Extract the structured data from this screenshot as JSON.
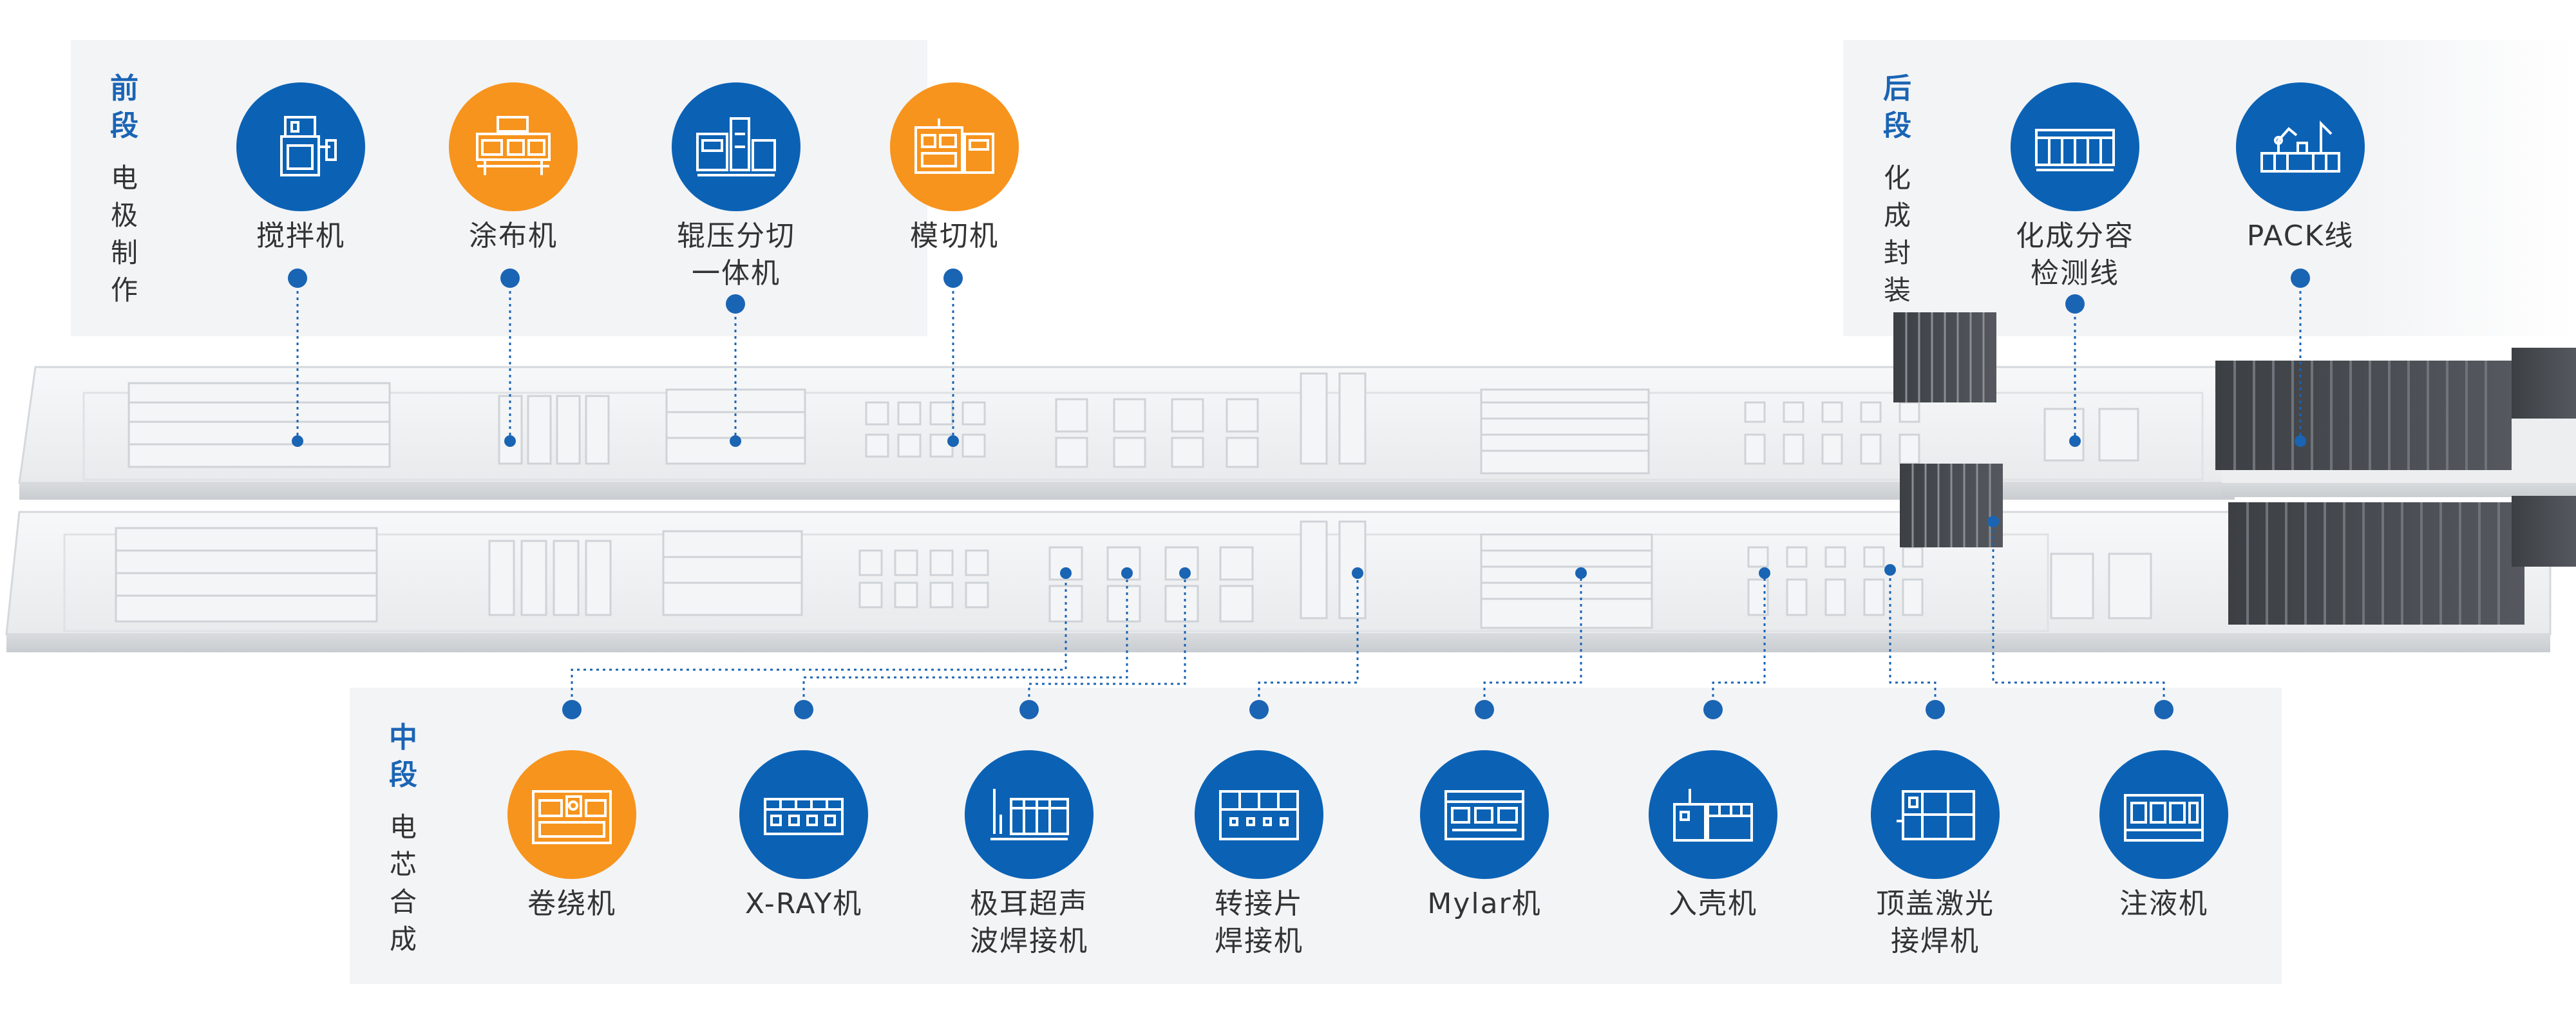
{
  "colors": {
    "blue": "#0b62b5",
    "orange": "#f7941d",
    "title": "#1a64b4",
    "text": "#333333",
    "panel": "#f3f4f6",
    "line": "#e6e8eb"
  },
  "sections": {
    "front": {
      "title": [
        "前",
        "段"
      ],
      "subtitle": [
        "电",
        "极",
        "制",
        "作"
      ]
    },
    "back": {
      "title": [
        "后",
        "段"
      ],
      "subtitle": [
        "化",
        "成",
        "封",
        "装"
      ]
    },
    "mid": {
      "title": [
        "中",
        "段"
      ],
      "subtitle": [
        "电",
        "芯",
        "合",
        "成"
      ]
    }
  },
  "machines": {
    "front": [
      {
        "lines": [
          "搅拌机"
        ],
        "color": "blue",
        "icon": "mixer-icon"
      },
      {
        "lines": [
          "涂布机"
        ],
        "color": "orange",
        "icon": "coater-icon"
      },
      {
        "lines": [
          "辊压分切",
          "一体机"
        ],
        "color": "blue",
        "icon": "roller-icon"
      },
      {
        "lines": [
          "模切机"
        ],
        "color": "orange",
        "icon": "die-cutter-icon"
      }
    ],
    "back": [
      {
        "lines": [
          "化成分容",
          "检测线"
        ],
        "color": "blue",
        "icon": "formation-icon"
      },
      {
        "lines": [
          "PACK线"
        ],
        "color": "blue",
        "icon": "robot-arm-icon"
      }
    ],
    "mid": [
      {
        "lines": [
          "卷绕机"
        ],
        "color": "orange",
        "icon": "winder-icon"
      },
      {
        "lines": [
          "X-RAY机"
        ],
        "color": "blue",
        "icon": "xray-icon"
      },
      {
        "lines": [
          "极耳超声",
          "波焊接机"
        ],
        "color": "blue",
        "icon": "ultrasonic-icon"
      },
      {
        "lines": [
          "转接片",
          "焊接机"
        ],
        "color": "blue",
        "icon": "tab-welder-icon"
      },
      {
        "lines": [
          "Mylar机"
        ],
        "color": "blue",
        "icon": "mylar-icon"
      },
      {
        "lines": [
          "入壳机"
        ],
        "color": "blue",
        "icon": "casing-icon"
      },
      {
        "lines": [
          "顶盖激光",
          "接焊机"
        ],
        "color": "blue",
        "icon": "laser-welder-icon"
      },
      {
        "lines": [
          "注液机"
        ],
        "color": "blue",
        "icon": "filler-icon"
      }
    ]
  }
}
